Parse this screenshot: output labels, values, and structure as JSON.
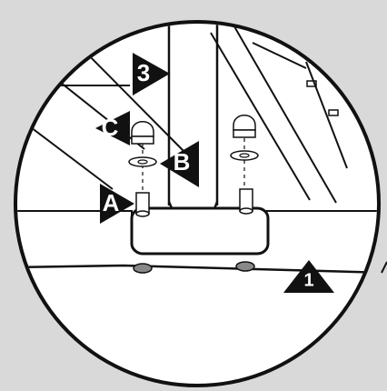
{
  "diagram": {
    "labels": {
      "one": "1",
      "three": "3",
      "a": "A",
      "b": "B",
      "c": "C"
    },
    "colors": {
      "background": "#d9d9d9",
      "circle_fill": "#ffffff",
      "line": "#111111",
      "pointer": "#111111",
      "pointer_text": "#ffffff"
    },
    "icons": {
      "pointer_1": "triangle-pointer",
      "pointer_3": "triangle-pointer",
      "pointer_a": "triangle-pointer",
      "pointer_b": "triangle-pointer",
      "pointer_c": "triangle-pointer"
    }
  }
}
